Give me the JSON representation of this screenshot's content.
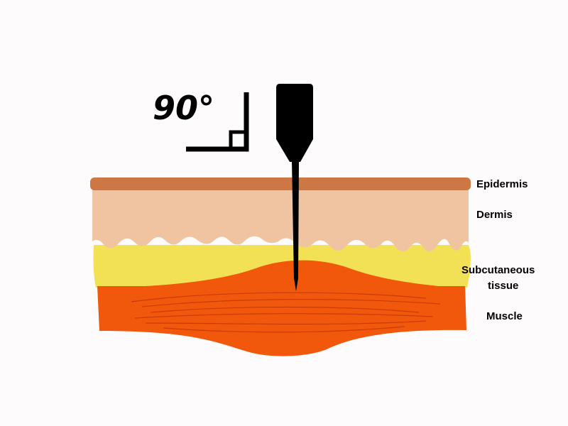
{
  "angle": {
    "label": "90°"
  },
  "layers": {
    "epidermis": "Epidermis",
    "dermis": "Dermis",
    "subcutaneous_line1": "Subcutaneous",
    "subcutaneous_line2": "tissue",
    "muscle": "Muscle"
  },
  "colors": {
    "background": "#fdfbfb",
    "epidermis": "#cd7745",
    "dermis": "#f0c4a0",
    "subcutaneous": "#f2e154",
    "muscle": "#f2580c",
    "muscle_fibers": "#c93c06",
    "needle": "#000000"
  }
}
